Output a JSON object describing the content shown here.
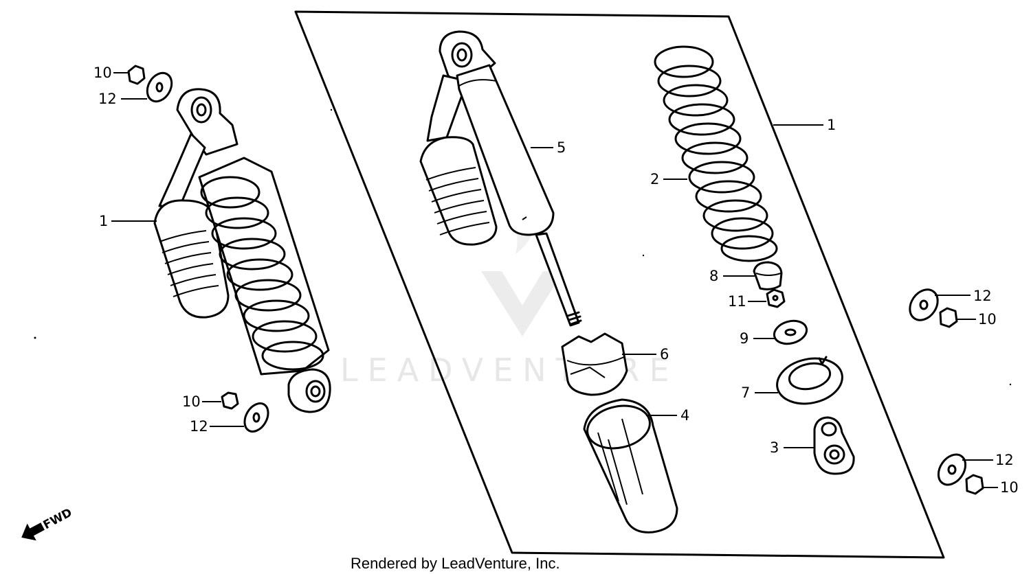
{
  "callouts": {
    "left_assy_10_top": "10",
    "left_assy_12_top": "12",
    "left_assy_1": "1",
    "left_assy_10_bottom": "10",
    "left_assy_12_bottom": "12",
    "damper_5": "5",
    "spring_1": "1",
    "spring_2": "2",
    "stopper_8": "8",
    "nut_11": "11",
    "washer_9": "9",
    "stopper_6": "6",
    "seat_7": "7",
    "boot_4": "4",
    "bush_3": "3",
    "right_12_top": "12",
    "right_10_top": "10",
    "right_12_bottom": "12",
    "right_10_bottom": "10"
  },
  "direction_label": "FWD",
  "watermark": "LEADVENTURE",
  "credit": "Rendered by LeadVenture, Inc."
}
